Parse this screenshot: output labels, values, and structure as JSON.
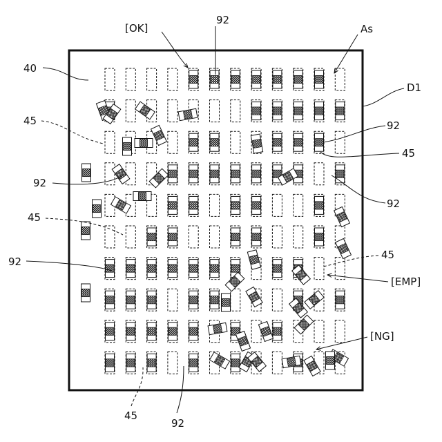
{
  "labels": {
    "ok": "[OK]",
    "as": "As",
    "d1": "D1",
    "ng": "[NG]",
    "emp": "[EMP]",
    "ref40": "40",
    "ref45": "45",
    "ref92": "92"
  },
  "grid": {
    "rows": 10,
    "columns": 12
  },
  "colors": {
    "line": "#111111",
    "fill": "#ffffff"
  }
}
